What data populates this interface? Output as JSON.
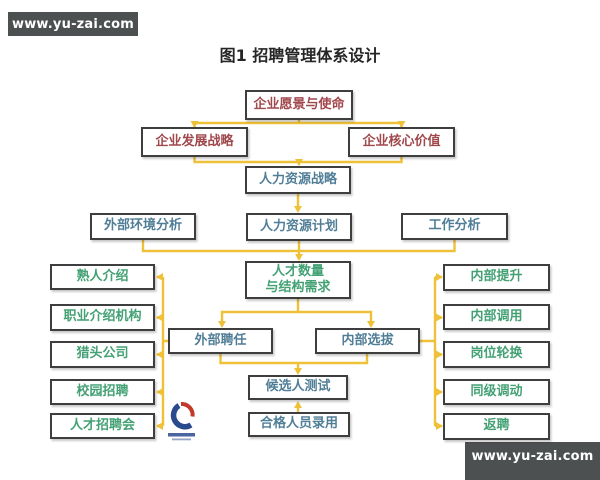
{
  "title": "图1  招聘管理体系设计",
  "watermarks": {
    "top_left": "www.yu-zai.com",
    "bottom_right": "www.yu-zai.com"
  },
  "colors": {
    "connector": "#efc138",
    "red": "#a1484d",
    "blue": "#517e97",
    "green": "#44a174",
    "border": "#3e3e3e",
    "watermark_bg": "#4d5050",
    "logo_red": "#c0392b",
    "logo_blue": "#2a4a8e"
  },
  "icons": {
    "logo": "swirl-globe-logo"
  },
  "nodes": {
    "vision": {
      "label": "企业愿景与使命"
    },
    "dev": {
      "label": "企业发展战略"
    },
    "core": {
      "label": "企业核心价值"
    },
    "hrstr": {
      "label": "人力资源战略"
    },
    "env": {
      "label": "外部环境分析"
    },
    "hrplan": {
      "label": "人力资源计划"
    },
    "job": {
      "label": "工作分析"
    },
    "need": {
      "line1": "人才数量",
      "line2": "与结构需求"
    },
    "ext": {
      "label": "外部聘任"
    },
    "internal": {
      "label": "内部选拔"
    },
    "cand": {
      "label": "候选人测试"
    },
    "hire": {
      "label": "合格人员录用"
    },
    "friend": {
      "label": "熟人介绍"
    },
    "agency": {
      "label": "职业介绍机构"
    },
    "headhunt": {
      "label": "猎头公司"
    },
    "campus": {
      "label": "校园招聘"
    },
    "jobfair": {
      "label": "人才招聘会"
    },
    "promote": {
      "label": "内部提升"
    },
    "transfer": {
      "label": "内部调用"
    },
    "rotate": {
      "label": "岗位轮换"
    },
    "peer": {
      "label": "同级调动"
    },
    "rehire": {
      "label": "返聘"
    }
  }
}
